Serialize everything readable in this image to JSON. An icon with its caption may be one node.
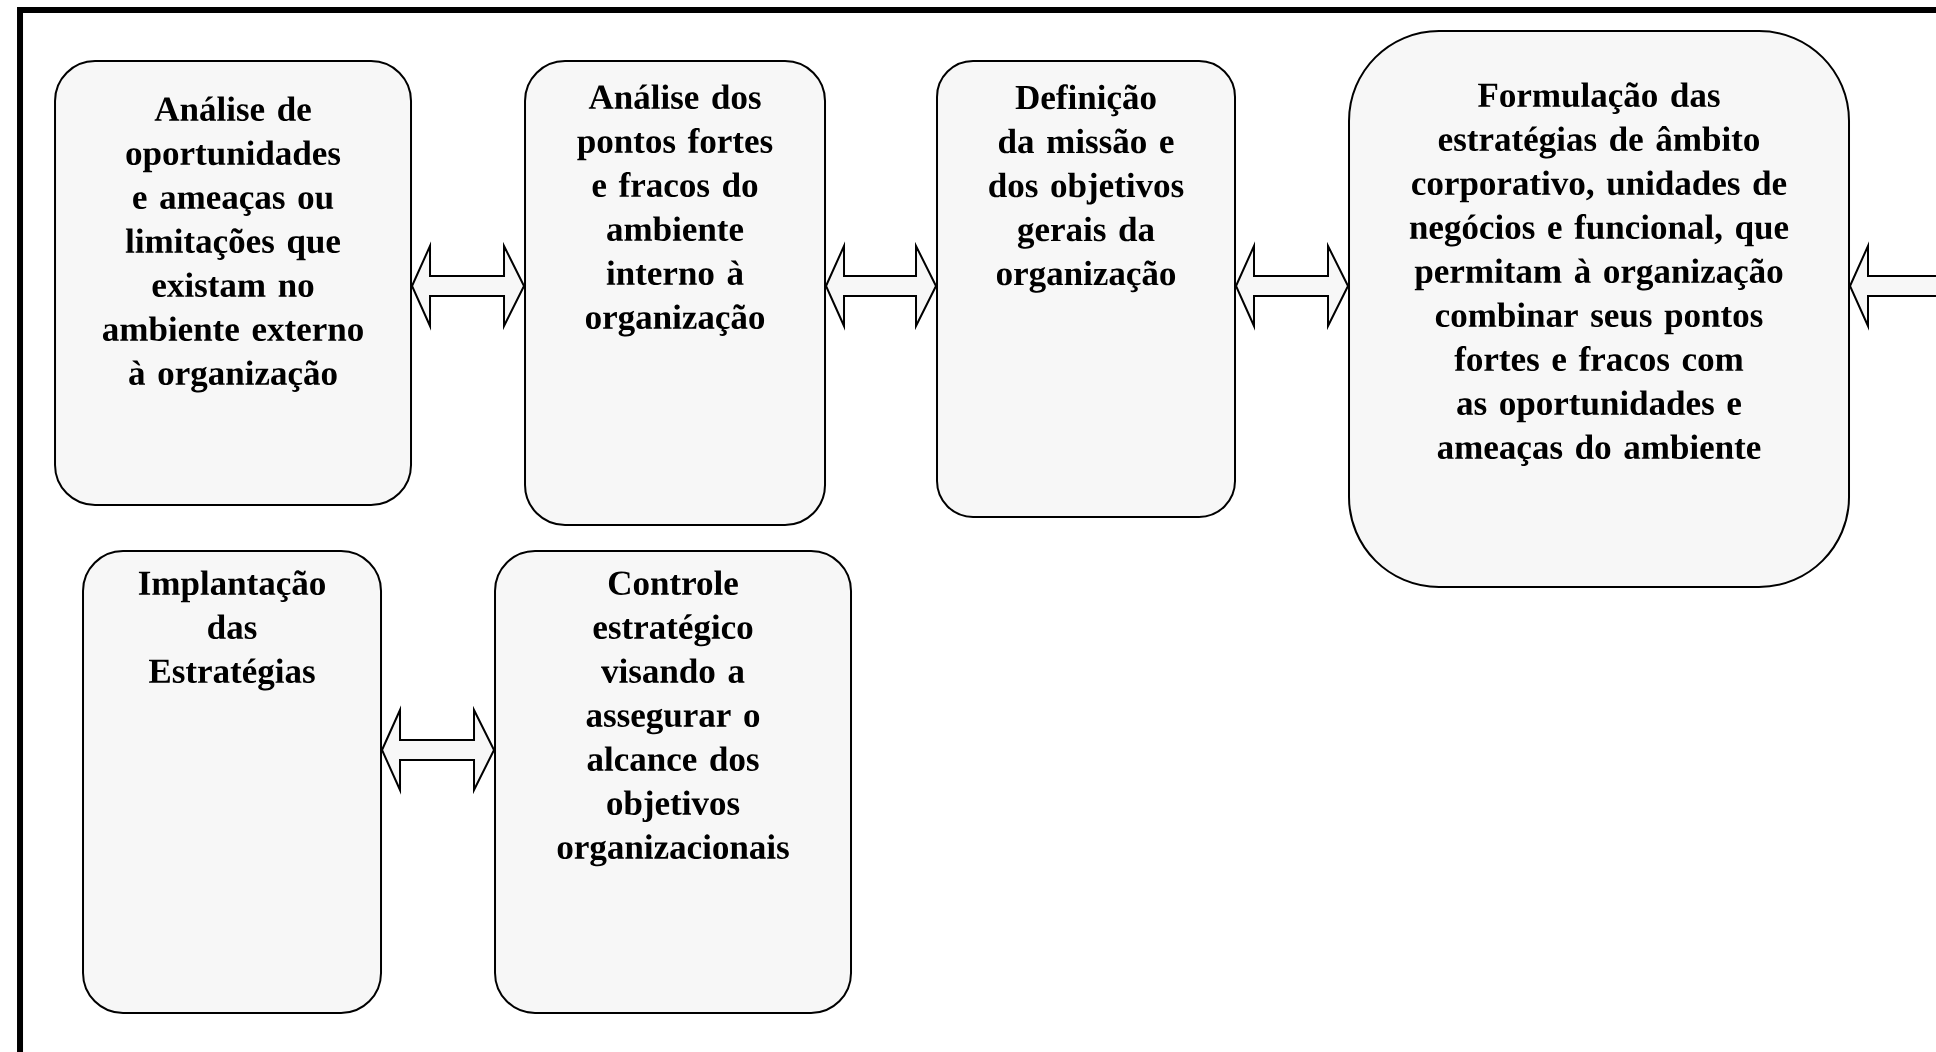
{
  "diagram": {
    "nodes": [
      {
        "text": [
          "Análise de oportunidades e ameaças ou limitações que existam no ambiente externo à organização"
        ]
      },
      {
        "text": [
          "Análise dos pontos fortes e fracos do ambiente interno à organização"
        ]
      },
      {
        "text": [
          "Definição da missão e dos objetivos gerais da organização"
        ]
      },
      {
        "text": [
          "Formulação das estratégias de âmbito corporativo, unidades de negócios e funcional, que permitam à organização combinar seus pontos fortes e fracos com as oportunidades e ameaças do ambiente"
        ]
      },
      {
        "text": [
          "Implantação das Estratégias"
        ]
      },
      {
        "text": [
          "Controle estratégico visando a assegurar o alcance dos objetivos organizacionais"
        ]
      }
    ],
    "edges": [
      {
        "from": 0,
        "to": 1,
        "arrow": "both"
      },
      {
        "from": 1,
        "to": 2,
        "arrow": "both"
      },
      {
        "from": 2,
        "to": 3,
        "arrow": "both"
      },
      {
        "from": 3,
        "to": null,
        "arrow": "both"
      },
      {
        "from": 4,
        "to": 5,
        "arrow": "both"
      }
    ]
  }
}
